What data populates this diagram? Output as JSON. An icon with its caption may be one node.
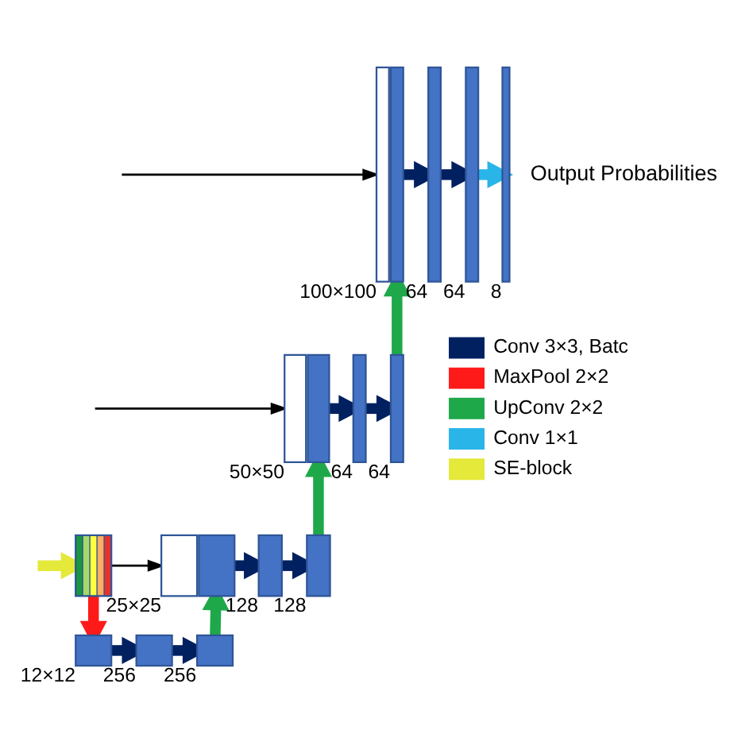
{
  "diagram": {
    "nodes": [
      {
        "text": [],
        "shape": "bar",
        "beside": [
          "100×100"
        ]
      },
      {
        "text": [],
        "shape": "bar"
      },
      {
        "text": [],
        "shape": "bar",
        "beside": [
          "64"
        ]
      },
      {
        "text": [],
        "shape": "bar",
        "beside": [
          "64"
        ]
      },
      {
        "text": [],
        "shape": "bar",
        "beside": [
          "8"
        ]
      },
      {
        "text": [],
        "shape": "bar",
        "beside": [
          "50×50"
        ]
      },
      {
        "text": [],
        "shape": "bar"
      },
      {
        "text": [],
        "shape": "bar",
        "beside": [
          "64"
        ]
      },
      {
        "text": [],
        "shape": "bar",
        "beside": [
          "64"
        ]
      },
      {
        "text": [],
        "shape": "box"
      },
      {
        "text": [],
        "shape": "box",
        "beside": [
          "25×25"
        ]
      },
      {
        "text": [],
        "shape": "box"
      },
      {
        "text": [],
        "shape": "bar",
        "beside": [
          "128"
        ]
      },
      {
        "text": [],
        "shape": "bar",
        "beside": [
          "128"
        ]
      },
      {
        "text": [],
        "shape": "box",
        "beside": [
          "12×12"
        ]
      },
      {
        "text": [],
        "shape": "box",
        "beside": [
          "256"
        ]
      },
      {
        "text": [],
        "shape": "box",
        "beside": [
          "256"
        ]
      }
    ],
    "edges": [
      {
        "from": null,
        "to": 0,
        "arrow": "to",
        "color": "#000000"
      },
      {
        "from": 1,
        "to": 2,
        "arrow": "to"
      },
      {
        "from": 2,
        "to": 3,
        "arrow": "to"
      },
      {
        "from": 3,
        "to": 4,
        "arrow": "to",
        "color": "#29b5e8"
      },
      {
        "from": 8,
        "to": 1,
        "arrow": "to",
        "color": "#1ea84a"
      },
      {
        "from": null,
        "to": 5,
        "arrow": "to",
        "color": "#000000"
      },
      {
        "from": 6,
        "to": 7,
        "arrow": "to"
      },
      {
        "from": 7,
        "to": 8,
        "arrow": "to"
      },
      {
        "from": 13,
        "to": 6,
        "arrow": "to",
        "color": "#1ea84a"
      },
      {
        "from": null,
        "to": 9,
        "arrow": "to",
        "color": "#e4e93a"
      },
      {
        "from": 9,
        "to": 10,
        "arrow": "to",
        "color": "#000000"
      },
      {
        "from": 9,
        "to": 14,
        "arrow": "to",
        "color": "#ff1a1a"
      },
      {
        "from": 11,
        "to": 12,
        "arrow": "to"
      },
      {
        "from": 12,
        "to": 13,
        "arrow": "to"
      },
      {
        "from": 14,
        "to": 15,
        "arrow": "to"
      },
      {
        "from": 15,
        "to": 16,
        "arrow": "to"
      },
      {
        "from": 16,
        "to": 11,
        "arrow": "to",
        "color": "#1ea84a"
      }
    ],
    "labels": [
      "Output Probabilities"
    ],
    "legend": [
      {
        "text": "Conv 3×3, Batc",
        "color": "#002060"
      },
      {
        "text": "MaxPool 2×2",
        "color": "#ff1a1a"
      },
      {
        "text": "UpConv 2×2",
        "color": "#1ea84a"
      },
      {
        "text": "Conv 1×1",
        "color": "#29b5e8"
      },
      {
        "text": "SE-block",
        "color": "#e4e93a"
      }
    ]
  }
}
